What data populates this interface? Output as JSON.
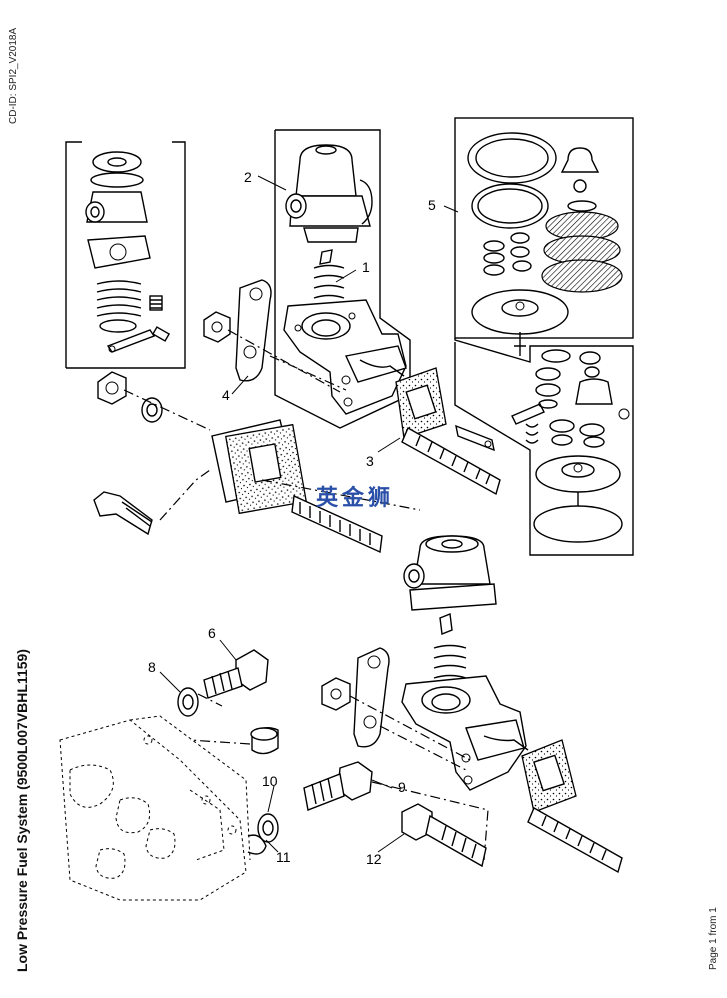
{
  "header": {
    "cd_id": "CD-ID: SPI2_V2018A"
  },
  "title": "Low Pressure Fuel System (9500L007VBHL1159)",
  "footer": {
    "page": "Page 1 from 1"
  },
  "watermark": "英金狮",
  "callouts": [
    "1",
    "2",
    "3",
    "4",
    "5",
    "6",
    "8",
    "9",
    "10",
    "11",
    "12"
  ]
}
